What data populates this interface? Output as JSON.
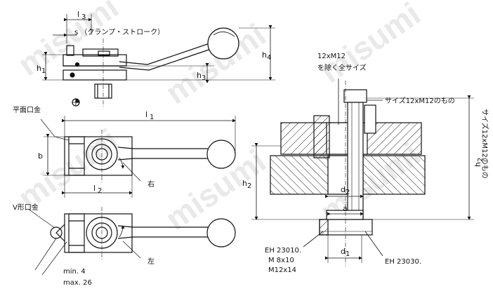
{
  "watermark": "misumi",
  "labels": {
    "l3": "l",
    "l3_sub": "3",
    "s_stroke": "s （クランプ・ストローク）",
    "h1": "h",
    "h1_sub": "1",
    "h3": "h",
    "h3_sub": "3",
    "h4": "h",
    "h4_sub": "4",
    "flat_jaw": "平面口金",
    "l1": "l",
    "l1_sub": "1",
    "b": "b",
    "l2": "l",
    "l2_sub": "2",
    "right": "右",
    "v_jaw": "V形口金",
    "left": "左",
    "min": "min. 4",
    "max": "max. 26",
    "size_12_line1": "12xM12",
    "size_12_line2": "を除く全サイズ",
    "size_12_only": "サイズ12xM12のもの",
    "h2_left": "h",
    "h2_left_sub": "2",
    "d2": "d",
    "d2_sub": "2",
    "a": "a",
    "d1": "d",
    "d1_sub": "1",
    "h2_right": "h",
    "h2_right_sub": "2",
    "h2_right_note": "サイズ12xM12のもの",
    "eh_left_1": "EH 23010.",
    "eh_left_2": "M  8x10",
    "eh_left_3": "M12x14",
    "eh_right": "EH 23030."
  }
}
